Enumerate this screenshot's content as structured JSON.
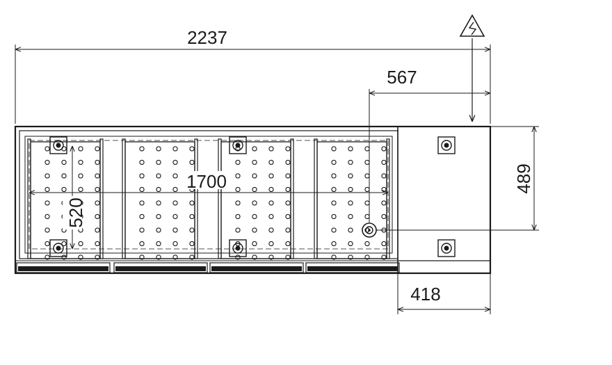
{
  "dimensions": {
    "total_length": "2237",
    "connection_offset": "567",
    "height": "489",
    "side_module": "418",
    "inner_width": "1700",
    "inner_depth": "520"
  },
  "symbols": {
    "electric_supply": "electric-hazard-icon"
  },
  "layout_info": {
    "compartments": 4,
    "hole_columns": 4,
    "hole_rows": 9
  },
  "colors": {
    "line": "#1a1a1a",
    "background": "#ffffff"
  }
}
